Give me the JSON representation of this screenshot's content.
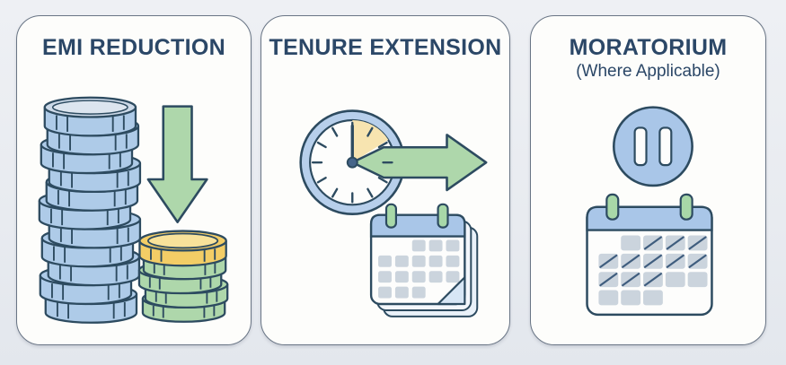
{
  "page": {
    "background": "#e9ecf1",
    "description": "Loan restructuring options infographic with three cards"
  },
  "cards": {
    "emi": {
      "title": "EMI REDUCTION",
      "icons": {
        "tall_stack": "coin-stack-tall-icon",
        "arrow": "down-arrow-icon",
        "short_stack": "coin-stack-short-icon"
      },
      "tall_stack_coins": 11,
      "short_stack_coins": 4,
      "short_stack_top_coin": "gold"
    },
    "tenure": {
      "title": "TENURE EXTENSION",
      "icons": {
        "clock": "clock-icon",
        "arrow": "right-arrow-icon",
        "calendar": "calendar-pages-icon"
      },
      "clock": {
        "elapsed_wedge_degrees": 58,
        "hand_pointing": "12"
      },
      "calendar_rows": [
        [
          0,
          0,
          1,
          1,
          1
        ],
        [
          1,
          1,
          1,
          1,
          1
        ],
        [
          1,
          1,
          1,
          1,
          1
        ],
        [
          1,
          1,
          1,
          0,
          0
        ]
      ]
    },
    "moratorium": {
      "title": "MORATORIUM",
      "subtitle": "(Where Applicable)",
      "icons": {
        "pause": "pause-circle-icon",
        "calendar": "calendar-icon"
      },
      "calendar_rows": [
        [
          "",
          "plain",
          "slash",
          "slash",
          "slash"
        ],
        [
          "slash",
          "slash",
          "slash",
          "slash",
          "slash"
        ],
        [
          "slash",
          "slash",
          "slash",
          "plain",
          "plain"
        ],
        [
          "plain",
          "plain",
          "plain",
          "",
          ""
        ]
      ]
    }
  },
  "colors": {
    "title": "#2b4767",
    "outline": "#2d4b60",
    "coin_blue": "#aecbe8",
    "coin_blue_top": "#ccd9e8",
    "coin_blue_top_inner": "#dce5ef",
    "green": "#aed7ab",
    "gold": "#f3cd66",
    "gold_top": "#f8e29a",
    "clock_ring": "#b7cfeb",
    "clock_wedge": "#f7e4b0",
    "clock_center": "#46658a",
    "calendar_header": "#a9c6e8",
    "calendar_cell": "#cbd4dd",
    "calendar_back_page": "#e9f1f9",
    "calendar_fold": "#d7e6f5",
    "peg_green": "#a8d8a8",
    "pause_circle": "#a9c6e8",
    "slash": "#3f5d7e",
    "page_white": "#fdfdfc"
  }
}
